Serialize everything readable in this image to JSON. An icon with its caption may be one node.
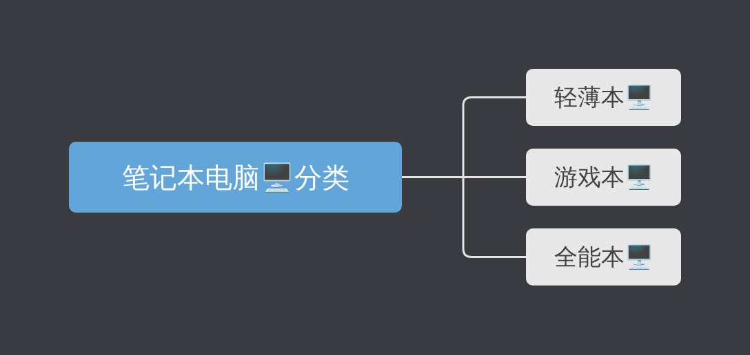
{
  "diagram": {
    "nodes": [
      {
        "text": [
          "笔记本电脑🖥️分类"
        ]
      },
      {
        "text": [
          "轻薄本🖥️"
        ]
      },
      {
        "text": [
          "游戏本🖥️"
        ]
      },
      {
        "text": [
          "全能本🖥️"
        ]
      }
    ],
    "edges": [
      {
        "from": 0,
        "to": 1,
        "arrow": "none"
      },
      {
        "from": 0,
        "to": 2,
        "arrow": "none"
      },
      {
        "from": 0,
        "to": 3,
        "arrow": "none"
      }
    ]
  }
}
